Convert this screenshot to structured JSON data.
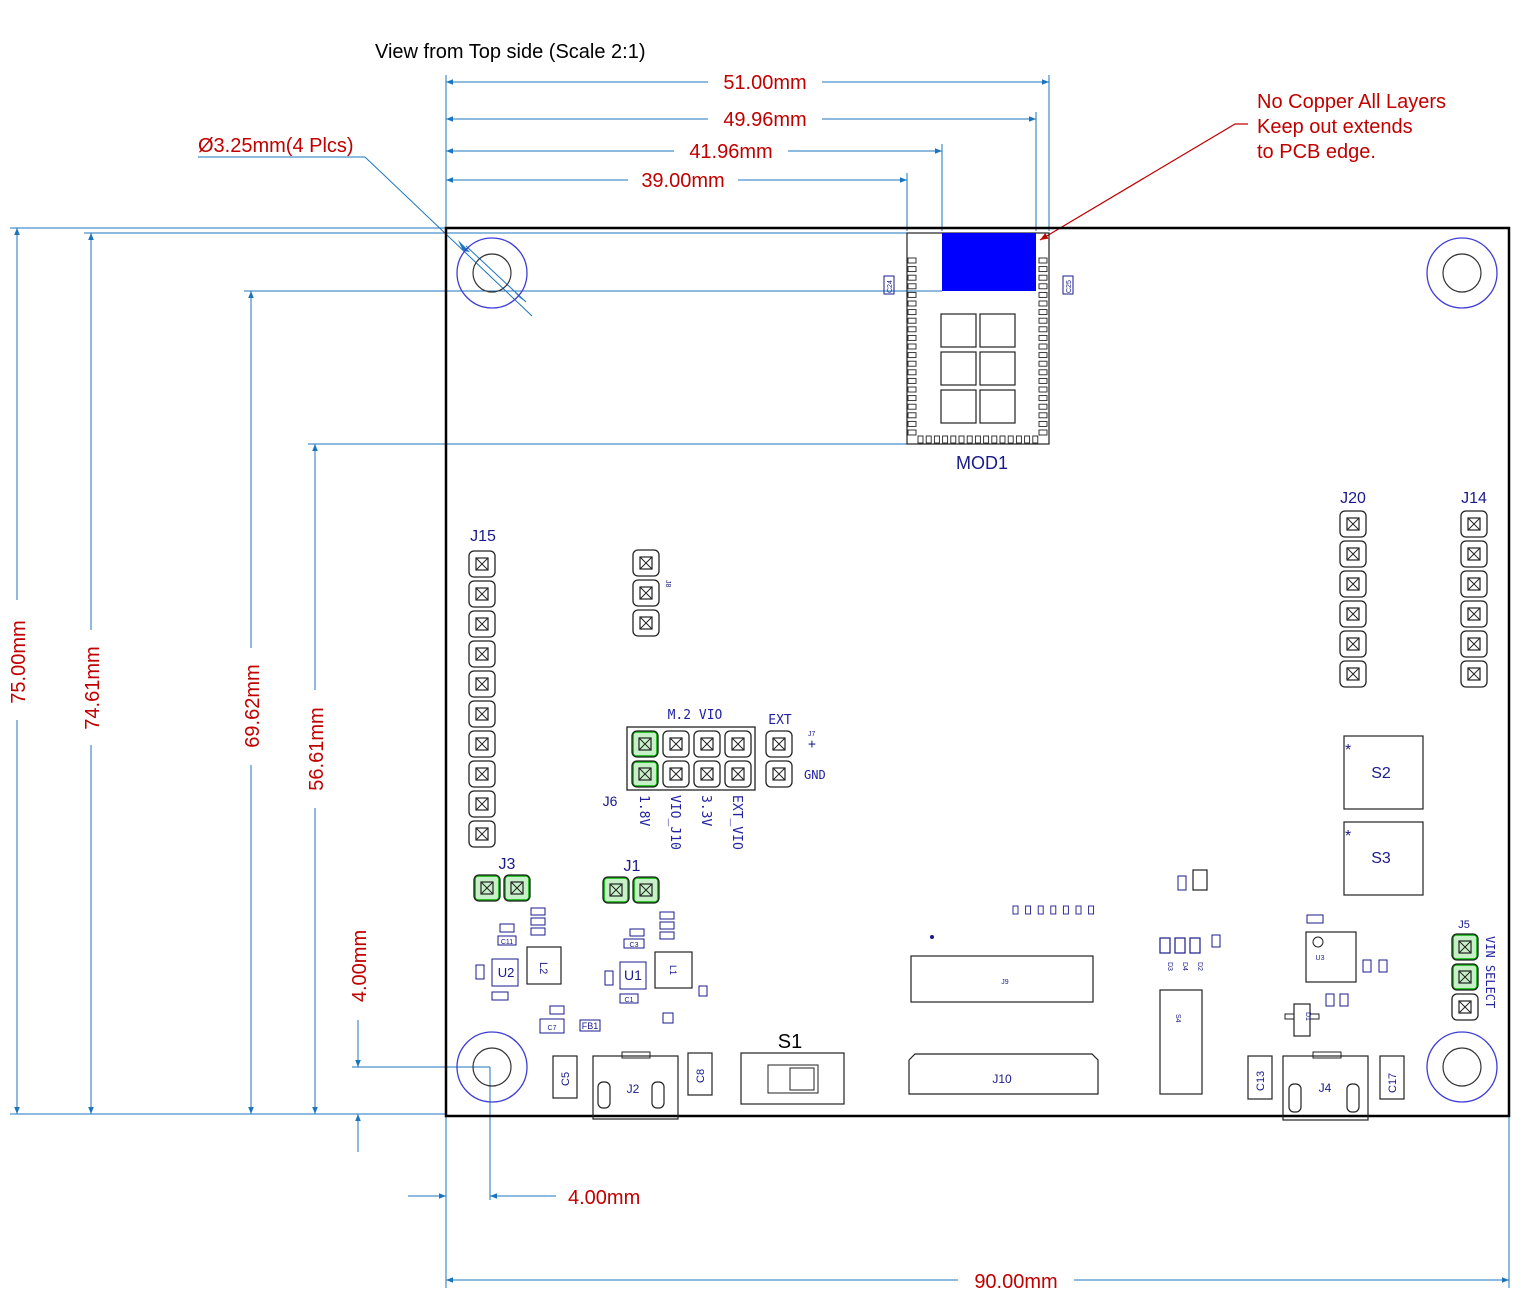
{
  "title": "View from Top side (Scale 2:1)",
  "note": [
    "No Copper All Layers",
    "Keep out extends",
    "to PCB edge."
  ],
  "hole_callout": "Ø3.25mm(4 Plcs)",
  "dims": {
    "d51": "51.00mm",
    "d4996": "49.96mm",
    "d4196": "41.96mm",
    "d39": "39.00mm",
    "d75": "75.00mm",
    "d7461": "74.61mm",
    "d6962": "69.62mm",
    "d5661": "56.61mm",
    "d4v": "4.00mm",
    "d4h": "4.00mm",
    "d90": "90.00mm"
  },
  "components": {
    "mod1": "MOD1",
    "j15": "J15",
    "j20": "J20",
    "j14": "J14",
    "j8": "J8",
    "j6": "J6",
    "j7": "J7",
    "j3": "J3",
    "j1": "J1",
    "j5": "J5",
    "j2": "J2",
    "j4": "J4",
    "j9": "J9",
    "j10": "J10",
    "s1": "S1",
    "s2": "S2",
    "s3": "S3",
    "s4": "S4",
    "u1": "U1",
    "u2": "U2",
    "u3": "U3",
    "l1": "L1",
    "l2": "L2",
    "c5": "C5",
    "c8": "C8",
    "c13": "C13",
    "c17": "C17",
    "c24": "C24",
    "c25": "C25",
    "c3": "C3",
    "c1": "C1",
    "c7": "C7",
    "c11": "C11",
    "fb1": "FB1",
    "d1": "D1",
    "d2": "D2",
    "d3": "D3",
    "d4": "D4",
    "m2vio": "M.2 VIO",
    "ext": "EXT",
    "plus": "+",
    "gnd": "GND",
    "v18": "1.8V",
    "vioj10": "VIO_J10",
    "v33": "3.3V",
    "extvio": "EXT_VIO",
    "vinsel": "VIN SELECT"
  },
  "colors": {
    "dimension": "#1b75bc",
    "dim_text": "#c00000",
    "keepout": "#0000ff",
    "silk": "#1a1a8c",
    "jumper": "#00b400",
    "hole": "#3d3dd8"
  }
}
